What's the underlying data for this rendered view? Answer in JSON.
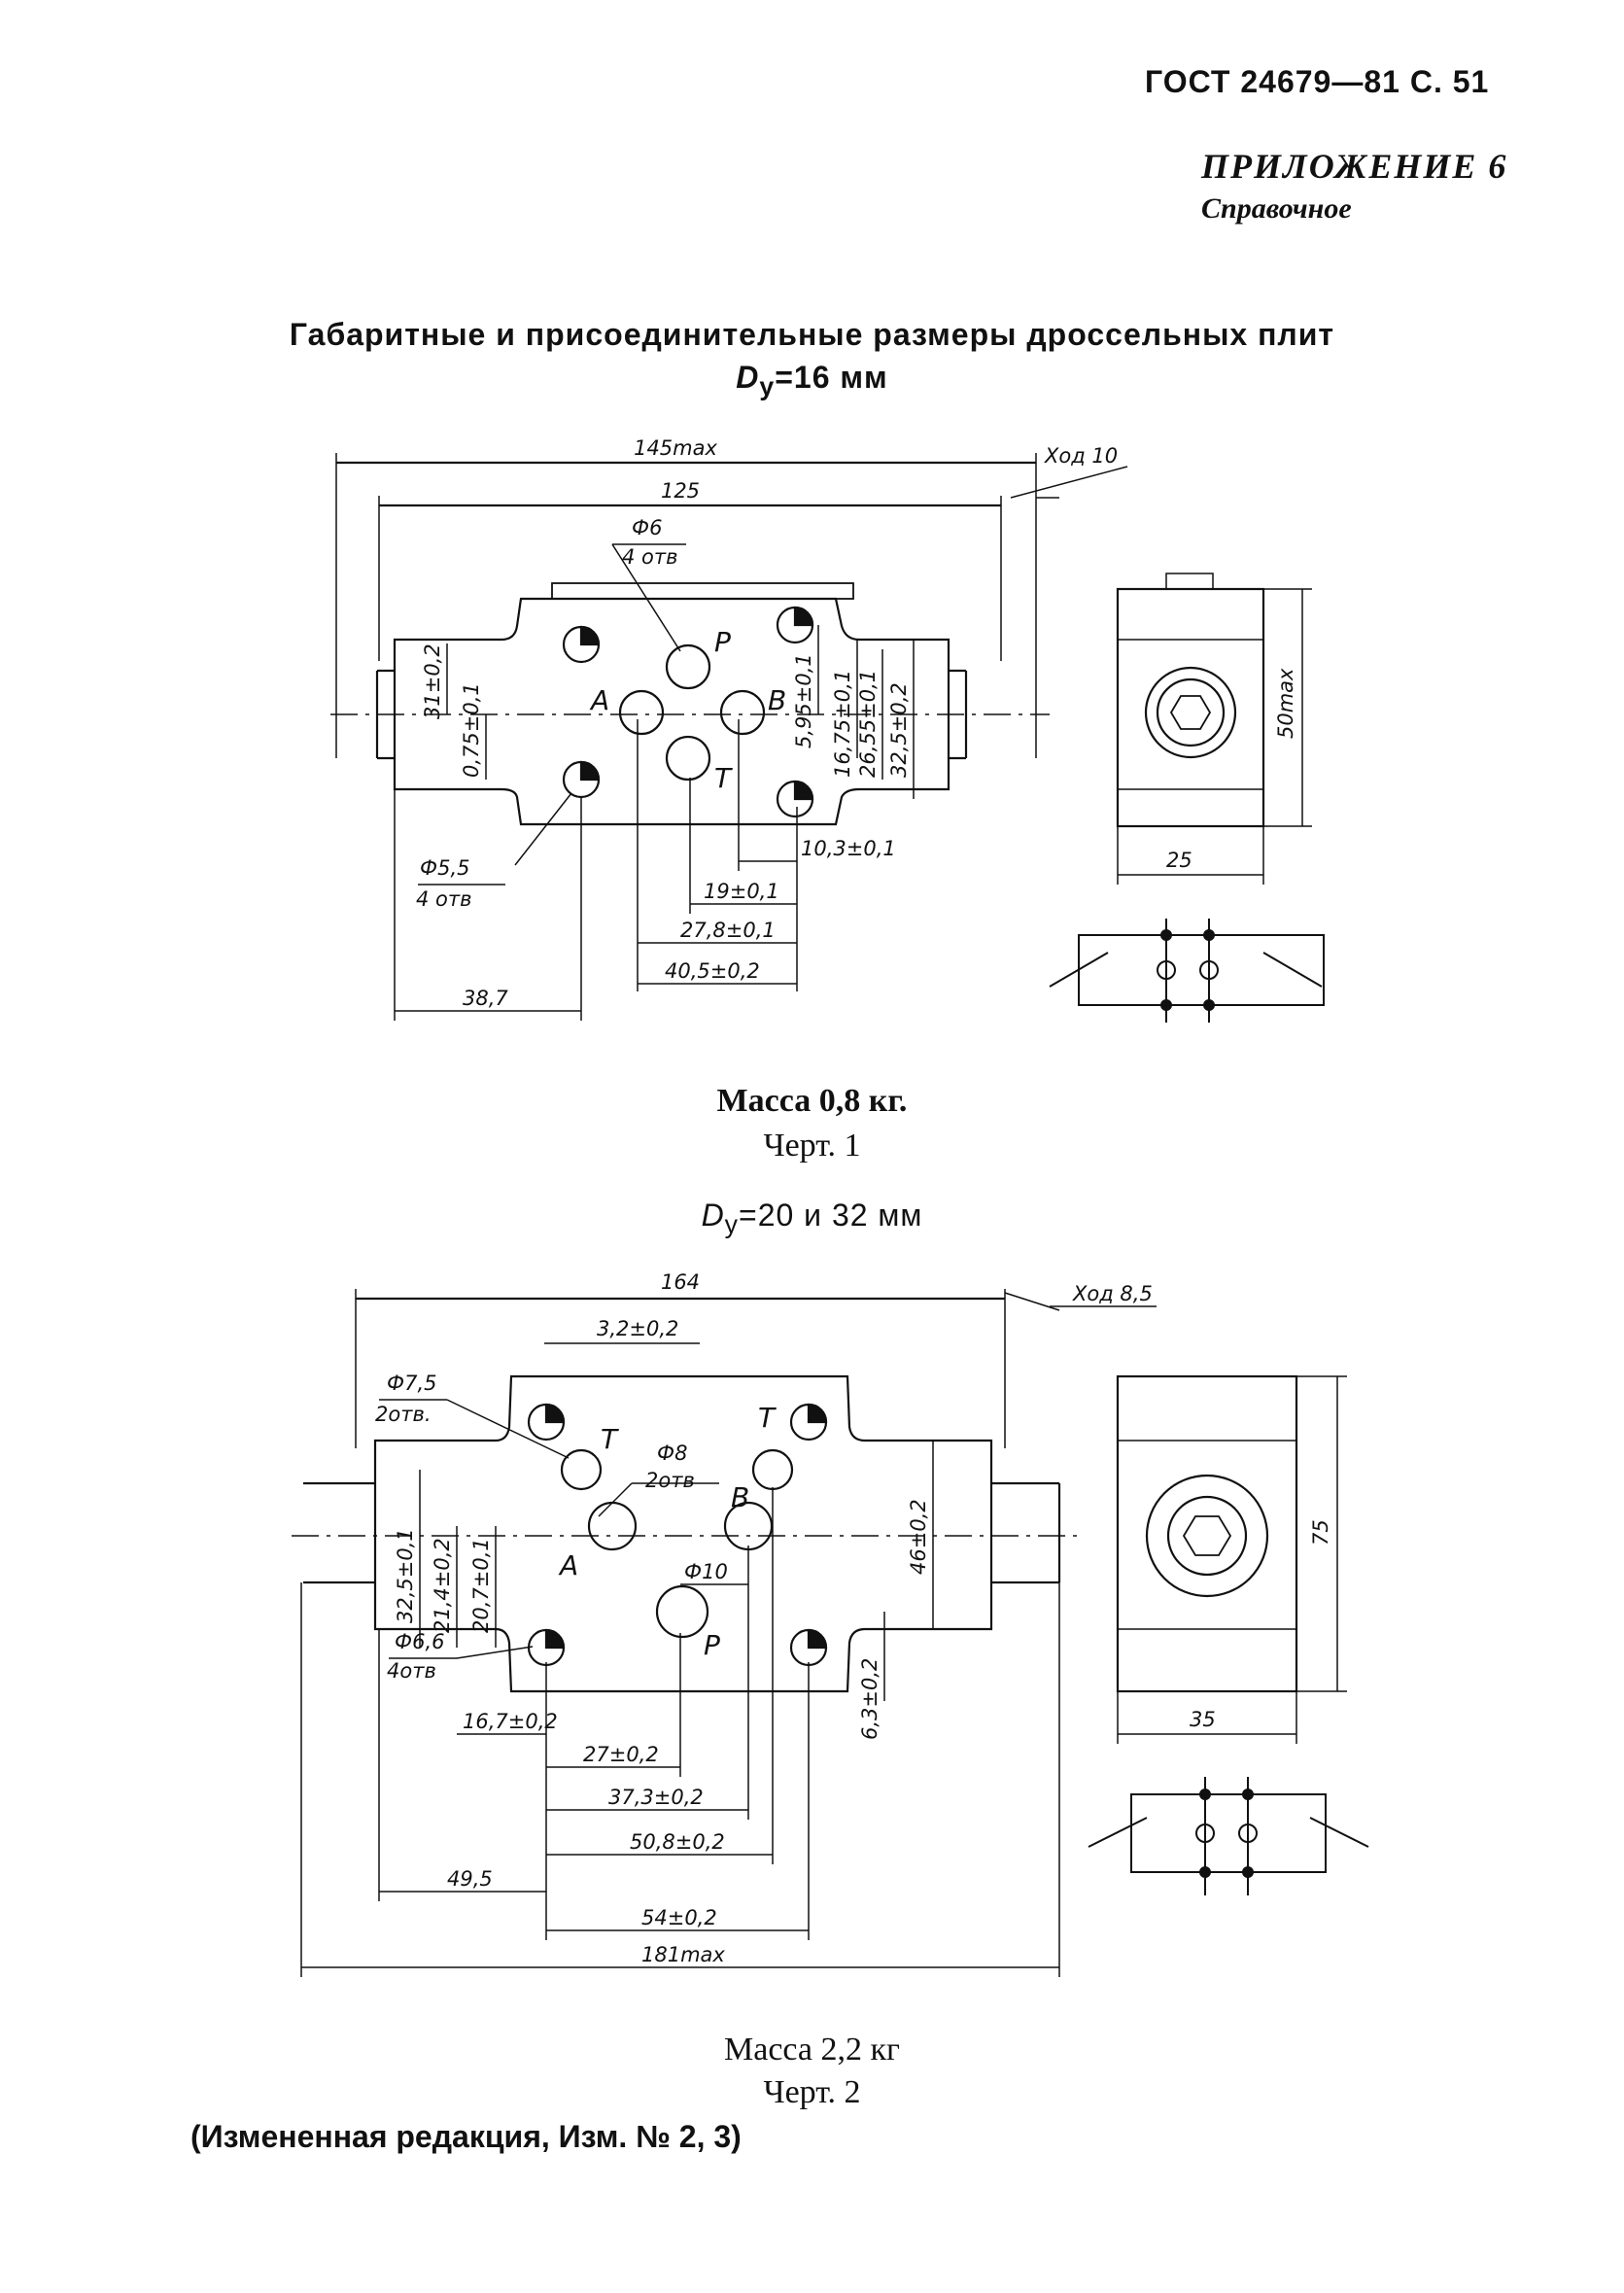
{
  "header": {
    "gost_ref": "ГОСТ 24679—81 С. 51",
    "appendix": "ПРИЛОЖЕНИЕ 6",
    "appendix_type": "Справочное"
  },
  "title": {
    "line1": "Габаритные и присоединительные размеры дроссельных плит",
    "line2_prefix": "D",
    "line2_subscript": "у",
    "line2_suffix": "=16 мм"
  },
  "figure1": {
    "dims": {
      "overall_max": "145max",
      "length": "125",
      "stroke": "Ход 10",
      "hole_p": "Ф6",
      "hole_p_count": "4 отв",
      "hole_mount": "Ф5,5",
      "hole_mount_count": "4 отв",
      "v31": "31±0,2",
      "v075": "0,75±0,1",
      "v595": "5,95±0,1",
      "v1675": "16,75±0,1",
      "v2655": "26,55±0,1",
      "v325": "32,5±0,2",
      "h103": "10,3±0,1",
      "h19": "19±0,1",
      "h278": "27,8±0,1",
      "h405": "40,5±0,2",
      "h387": "38,7",
      "side_height": "50max",
      "side_width": "25"
    },
    "ports": {
      "a": "А",
      "b": "В",
      "p": "Р",
      "t": "Т"
    },
    "mass": "Масса 0,8 кг.",
    "caption": "Черт. 1"
  },
  "figure2": {
    "heading_prefix": "D",
    "heading_subscript": "у",
    "heading_suffix": "=20 и 32 мм",
    "dims": {
      "length": "164",
      "stroke": "Ход 8,5",
      "h32": "3,2±0,2",
      "hole_t": "Ф7,5",
      "hole_t_count": "2отв.",
      "hole_ab": "Ф8",
      "hole_ab_count": "2отв",
      "hole_p": "Ф10",
      "hole_mount": "Ф6,6",
      "hole_mount_count": "4отв",
      "v325": "32,5±0,1",
      "v214": "21,4±0,2",
      "v207": "20,7±0,1",
      "v46": "46±0,2",
      "v63": "6,3±0,2",
      "h167": "16,7±0,2",
      "h27": "27±0,2",
      "h373": "37,3±0,2",
      "h508": "50,8±0,2",
      "h54": "54±0,2",
      "h495": "49,5",
      "overall_max": "181max",
      "side_height": "75",
      "side_width": "35"
    },
    "ports": {
      "a": "А",
      "b": "В",
      "p": "Р",
      "t1": "Т",
      "t2": "Т"
    },
    "mass": "Масса 2,2 кг",
    "caption": "Черт. 2"
  },
  "footer": "(Измененная редакция, Изм. № 2, 3)"
}
